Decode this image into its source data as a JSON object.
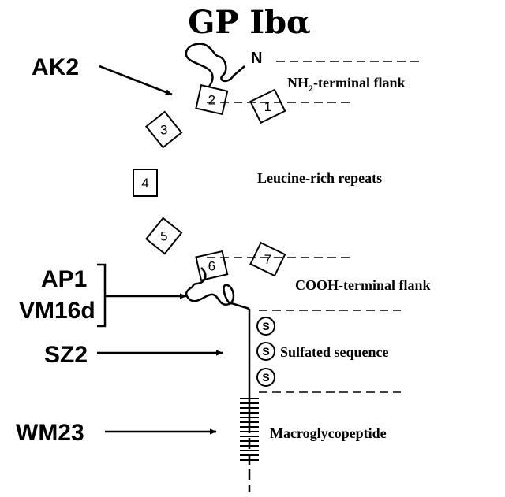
{
  "title": {
    "main": "GP Ib",
    "greek": "α"
  },
  "n_terminus_label": "N",
  "regions": {
    "nh2": {
      "prefix": "NH",
      "sub": "2",
      "suffix": "-terminal flank"
    },
    "lrr": "Leucine-rich repeats",
    "cooh": "COOH-terminal flank",
    "sulfated": "Sulfated sequence",
    "macro": "Macroglycopeptide"
  },
  "antibodies": {
    "ak2": "AK2",
    "ap1": "AP1",
    "vm16d": "VM16d",
    "sz2": "SZ2",
    "wm23": "WM23"
  },
  "repeats": [
    "1",
    "2",
    "3",
    "4",
    "5",
    "6",
    "7"
  ],
  "sulfate_label": "S"
}
